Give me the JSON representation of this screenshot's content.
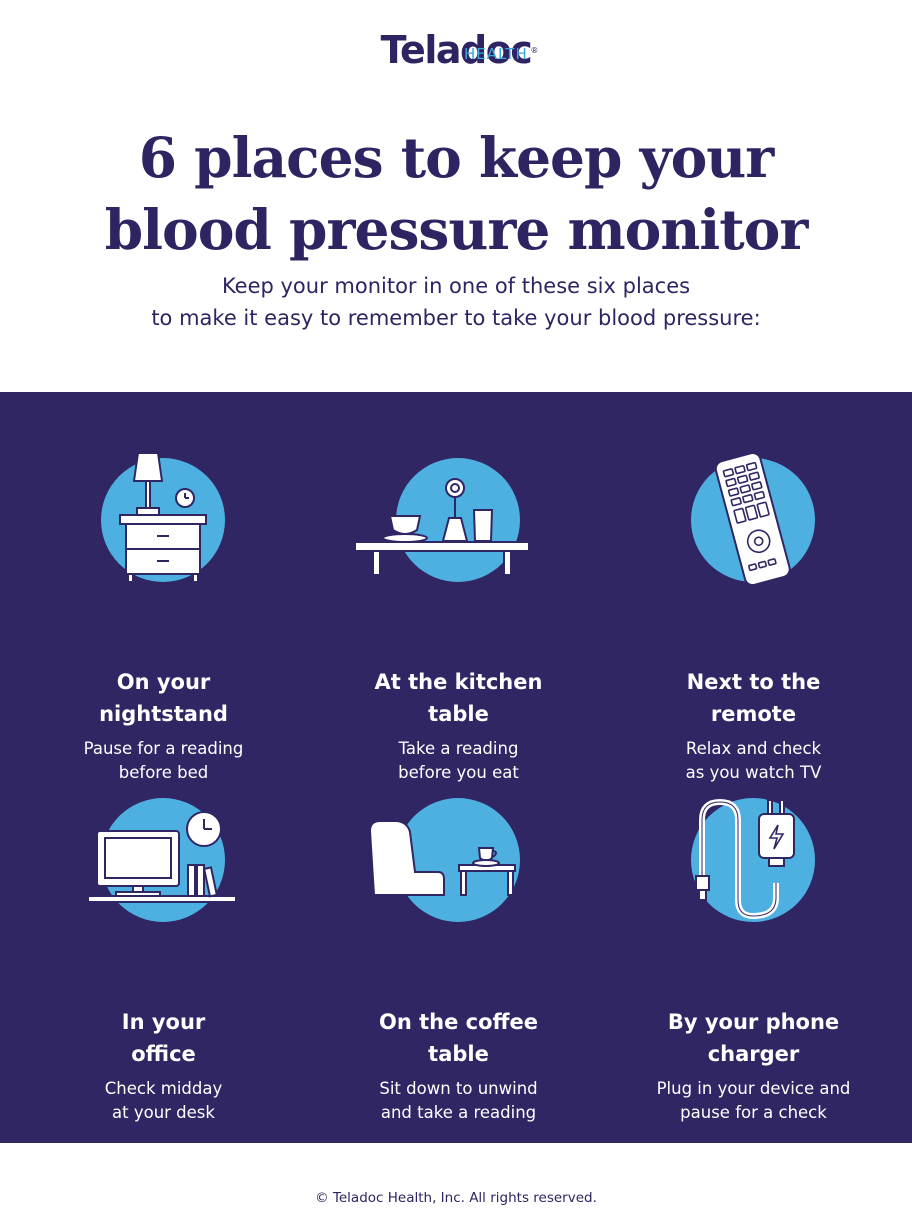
{
  "brand": {
    "name": "Teladoc",
    "registered": "®",
    "sub": "HEALTH"
  },
  "headline": {
    "line1": "6 places to keep your",
    "line2": "blood pressure monitor"
  },
  "subhead": {
    "line1": "Keep your monitor in one of these six places",
    "line2": "to make it easy to remember to take your blood pressure:"
  },
  "places": [
    {
      "icon": "nightstand-icon",
      "title1": "On your",
      "title2": "nightstand",
      "desc1": "Pause for a reading",
      "desc2": "before bed"
    },
    {
      "icon": "kitchen-table-icon",
      "title1": "At the kitchen",
      "title2": "table",
      "desc1": "Take a reading",
      "desc2": "before you eat"
    },
    {
      "icon": "remote-icon",
      "title1": "Next to the",
      "title2": "remote",
      "desc1": "Relax and check",
      "desc2": "as you watch TV"
    },
    {
      "icon": "office-desk-icon",
      "title1": "In your",
      "title2": "office",
      "desc1": "Check midday",
      "desc2": "at your desk"
    },
    {
      "icon": "coffee-table-icon",
      "title1": "On the coffee",
      "title2": "table",
      "desc1": "Sit down to unwind",
      "desc2": "and take a reading"
    },
    {
      "icon": "phone-charger-icon",
      "title1": "By your phone",
      "title2": "charger",
      "desc1": "Plug in your device and",
      "desc2": "pause for a check"
    }
  ],
  "footer": {
    "copyright": "© Teladoc Health, Inc. All rights reserved."
  },
  "colors": {
    "navy": "#2e2462",
    "panel": "#312664",
    "accent_blue": "#4db0e1",
    "white": "#ffffff"
  }
}
